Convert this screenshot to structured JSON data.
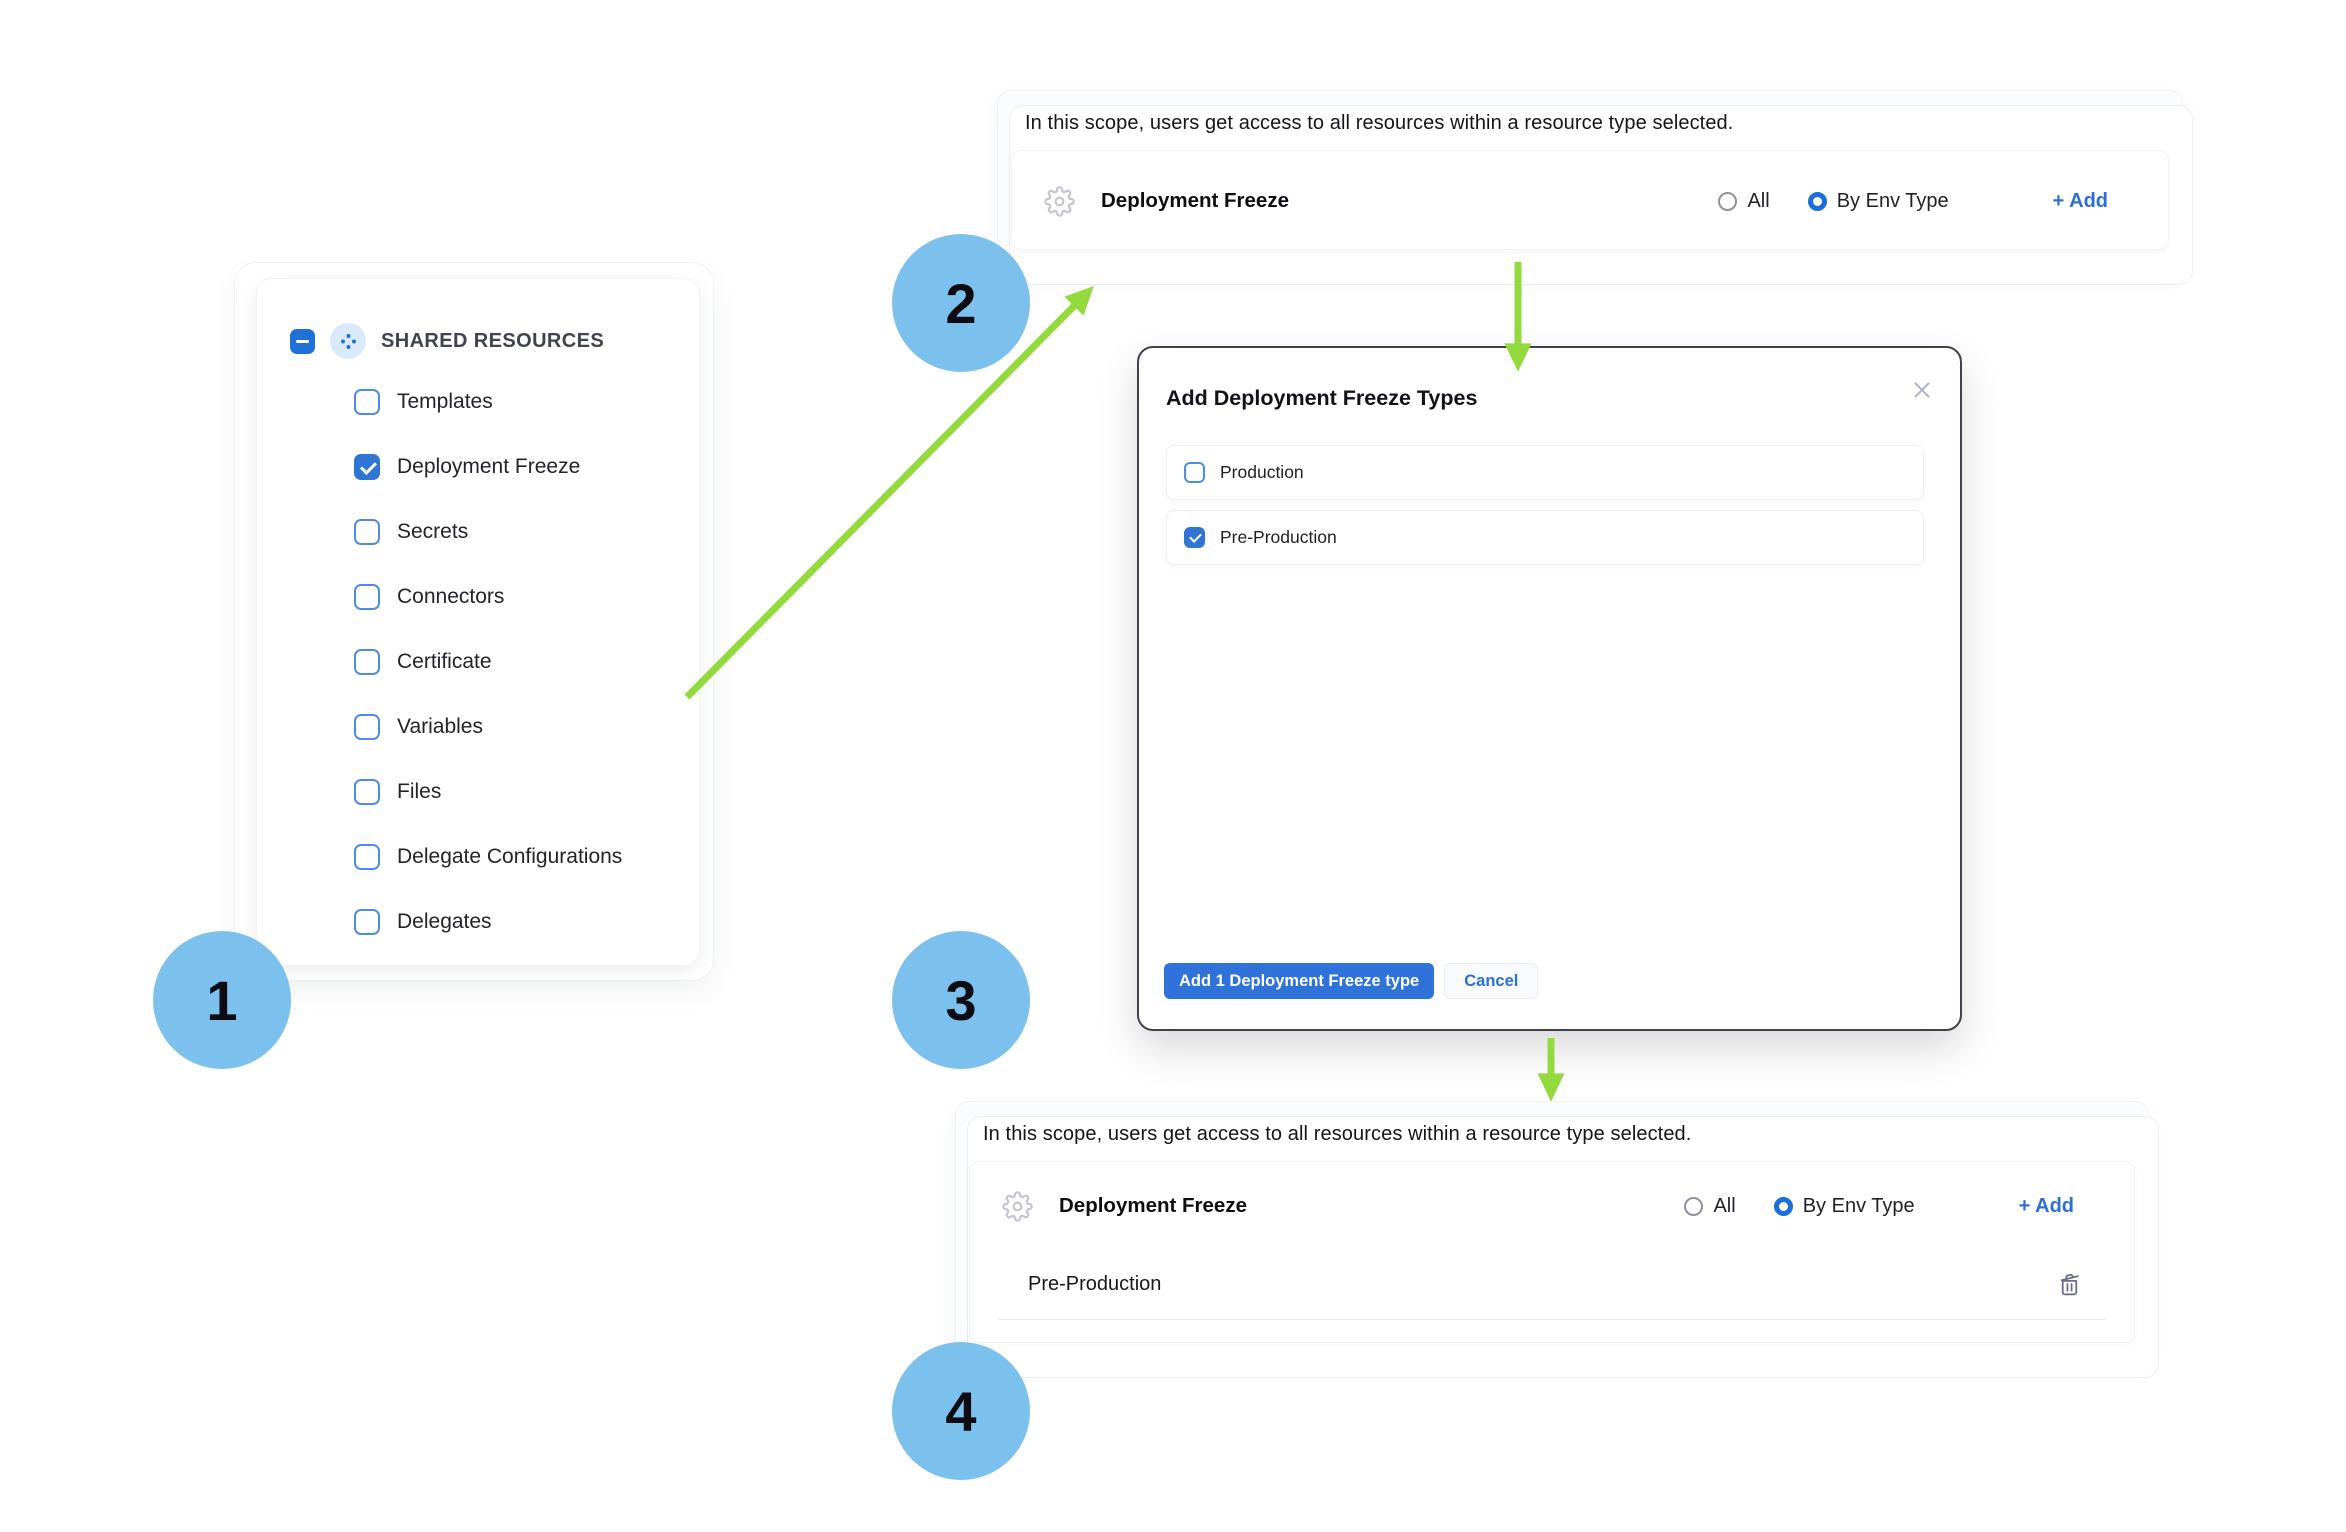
{
  "badges": [
    "1",
    "2",
    "3",
    "4"
  ],
  "shared_panel": {
    "title": "SHARED RESOURCES",
    "items": [
      {
        "label": "Templates",
        "checked": false
      },
      {
        "label": "Deployment Freeze",
        "checked": true
      },
      {
        "label": "Secrets",
        "checked": false
      },
      {
        "label": "Connectors",
        "checked": false
      },
      {
        "label": "Certificate",
        "checked": false
      },
      {
        "label": "Variables",
        "checked": false
      },
      {
        "label": "Files",
        "checked": false
      },
      {
        "label": "Delegate Configurations",
        "checked": false
      },
      {
        "label": "Delegates",
        "checked": false
      }
    ]
  },
  "scope_top": {
    "description": "In this scope, users get access to all resources within a resource type selected.",
    "resource": "Deployment Freeze",
    "radios": [
      {
        "label": "All",
        "selected": false
      },
      {
        "label": "By Env Type",
        "selected": true
      }
    ],
    "add": "+ Add"
  },
  "modal": {
    "title": "Add Deployment Freeze Types",
    "options": [
      {
        "label": "Production",
        "checked": false
      },
      {
        "label": "Pre-Production",
        "checked": true
      }
    ],
    "submit": "Add 1 Deployment Freeze type",
    "cancel": "Cancel"
  },
  "scope_bottom": {
    "description": "In this scope, users get access to all resources within a resource type selected.",
    "resource": "Deployment Freeze",
    "radios": [
      {
        "label": "All",
        "selected": false
      },
      {
        "label": "By Env Type",
        "selected": true
      }
    ],
    "add": "+ Add",
    "env_rows": [
      {
        "label": "Pre-Production"
      }
    ]
  },
  "colors": {
    "accent_blue": "#2F72D9",
    "checkbox_blue": "#2E75D6",
    "badge_blue": "#7CC1ED",
    "arrow_green": "#94DA3F",
    "panel_bg": "#FBFCFE",
    "modal_border": "#40424C"
  }
}
